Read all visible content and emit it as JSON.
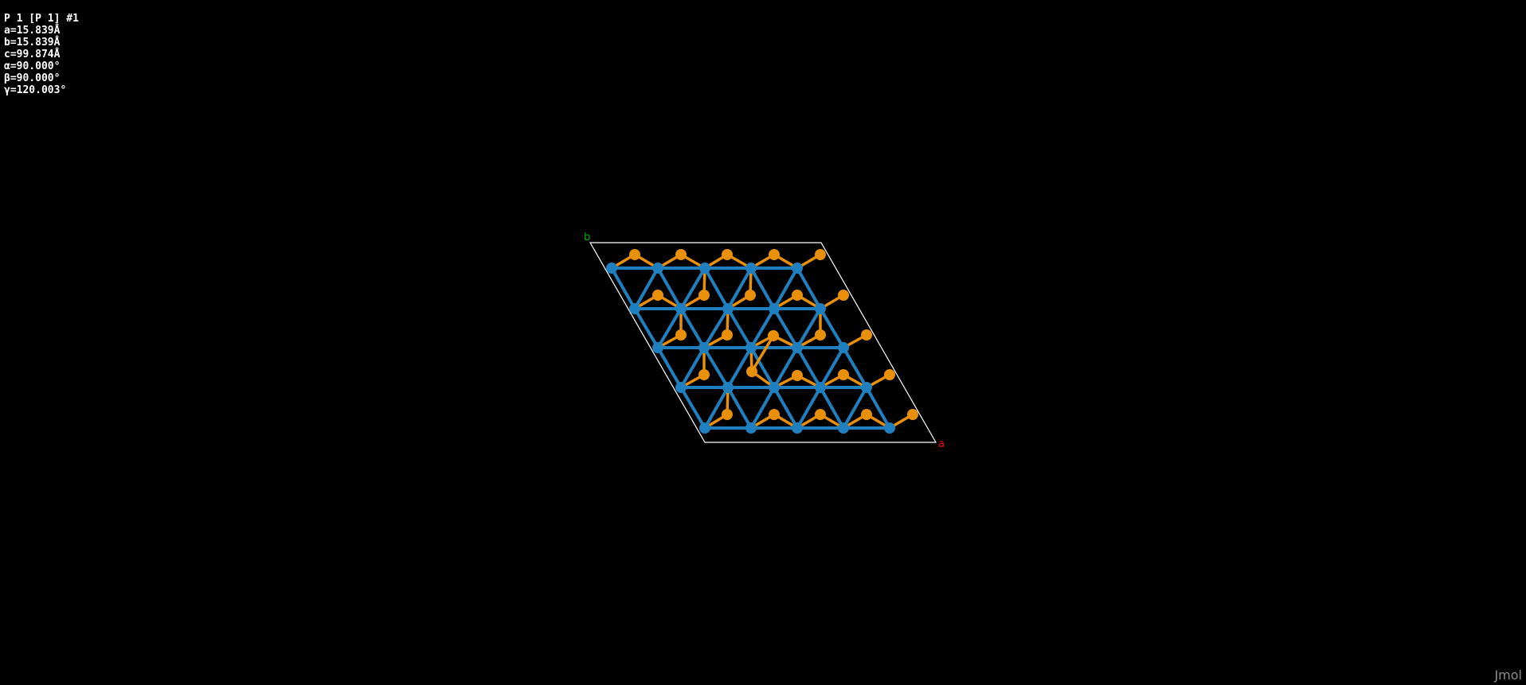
{
  "viewer": {
    "app_name": "Jmol",
    "background": "#000000"
  },
  "cell_info": {
    "space_group": "P 1 [P 1] #1",
    "a": "a=15.839Å",
    "b": "b=15.839Å",
    "c": "c=99.874Å",
    "alpha": "α=90.000°",
    "beta": "β=90.000°",
    "gamma": "γ=120.003°"
  },
  "axes": {
    "a_label": "a",
    "b_label": "b",
    "a_color": "#ff0000",
    "b_color": "#00aa00",
    "cell_edge_color": "#ffffff"
  },
  "atoms": {
    "blue_color": "#1f7fbf",
    "orange_color": "#e8900a",
    "bond_blue_color": "#1f7fbf",
    "bond_orange_color": "#e8900a"
  }
}
